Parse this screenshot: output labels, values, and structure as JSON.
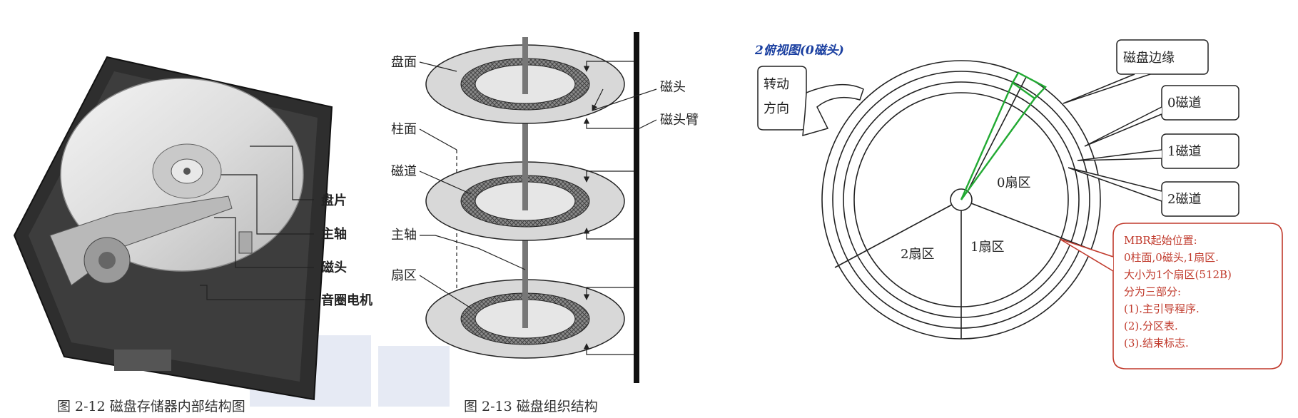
{
  "figure1": {
    "caption": "图 2-12   磁盘存储器内部结构图",
    "labels": {
      "platter": "盘片",
      "spindle": "主轴",
      "head": "磁头",
      "voice_coil": "音圈电机"
    }
  },
  "figure2": {
    "caption": "图 2-13   磁盘组织结构",
    "labels": {
      "surface": "盘面",
      "cylinder": "柱面",
      "track": "磁道",
      "spindle": "主轴",
      "sector": "扇区",
      "head": "磁头",
      "head_arm": "磁头臂"
    }
  },
  "figure3": {
    "title": "2俯视图(0磁头)",
    "rotation": [
      "转动",
      "方向"
    ],
    "callouts": {
      "edge": "磁盘边缘",
      "track0": "0磁道",
      "track1": "1磁道",
      "track2": "2磁道"
    },
    "sectors": {
      "s0": "0扇区",
      "s1": "1扇区",
      "s2": "2扇区"
    },
    "mbr_note": [
      "MBR起始位置:",
      "0柱面,0磁头,1扇区.",
      "大小为1个扇区(512B)",
      "分为三部分:",
      "(1).主引导程序.",
      "(2).分区表.",
      "(3).结束标志."
    ],
    "colors": {
      "highlight": "#22aa33",
      "note": "#c0392b"
    }
  }
}
